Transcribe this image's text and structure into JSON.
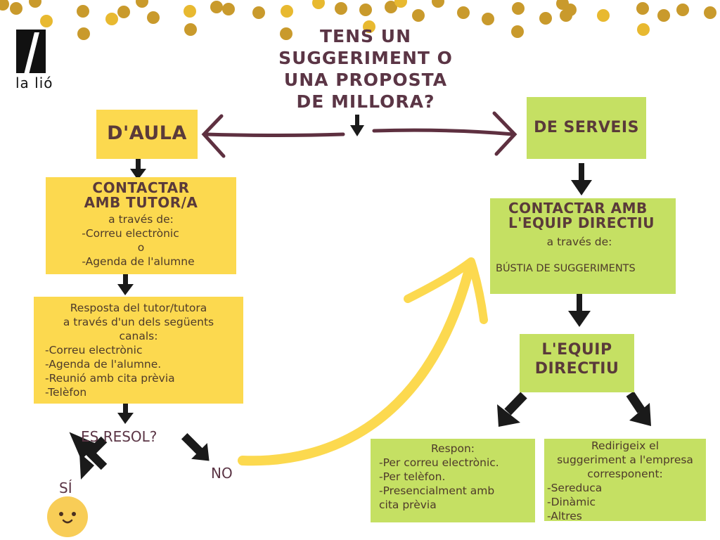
{
  "logo": {
    "text": "la lió"
  },
  "title": {
    "lines": [
      "TENS UN",
      "SUGGERIMENT O",
      "UNA PROPOSTA",
      "DE MILLORA?"
    ]
  },
  "colors": {
    "yellow_box": "#fcd94f",
    "green_box": "#c5e063",
    "text_dark": "#5a3a3a",
    "arrow_maroon": "#5e3040",
    "arrow_black": "#1a1a1a",
    "confetti_gold": "#d4a629",
    "yellow_arrow": "#fcd94f"
  },
  "left_branch": {
    "category": "D'AULA",
    "contact": {
      "heading_line1": "CONTACTAR",
      "heading_line2": "AMB TUTOR/A",
      "via": "a través de:",
      "items": [
        "-Correu electrònic",
        "o",
        "-Agenda de l'alumne"
      ]
    },
    "response": {
      "intro_line1": "Resposta del tutor/tutora",
      "intro_line2": "a través d'un dels següents",
      "intro_line3": "canals:",
      "items": [
        "-Correu electrònic",
        "-Agenda de l'alumne.",
        "-Reunió amb cita prèvia",
        "-Telèfon"
      ]
    },
    "question": "ES RESOL?",
    "yes": "SÍ",
    "no": "NO",
    "smiley": "smiley-face-icon"
  },
  "right_branch": {
    "category": "DE SERVEIS",
    "contact": {
      "heading_line1": "CONTACTAR AMB",
      "heading_line2": "L'EQUIP DIRECTIU",
      "via": "a través de:",
      "channel": "BÚSTIA DE SUGGERIMENTS"
    },
    "team": {
      "line1": "L'EQUIP",
      "line2": "DIRECTIU"
    },
    "respond": {
      "heading": "Respon:",
      "items": [
        "-Per correu electrònic.",
        "-Per telèfon.",
        "-Presencialment amb",
        "cita prèvia"
      ]
    },
    "redirect": {
      "line1": "Redirigeix el",
      "line2": "suggeriment a l'empresa",
      "line3": "corresponent:",
      "items": [
        "-Sereduca",
        "-Dinàmic",
        "-Altres"
      ]
    }
  }
}
